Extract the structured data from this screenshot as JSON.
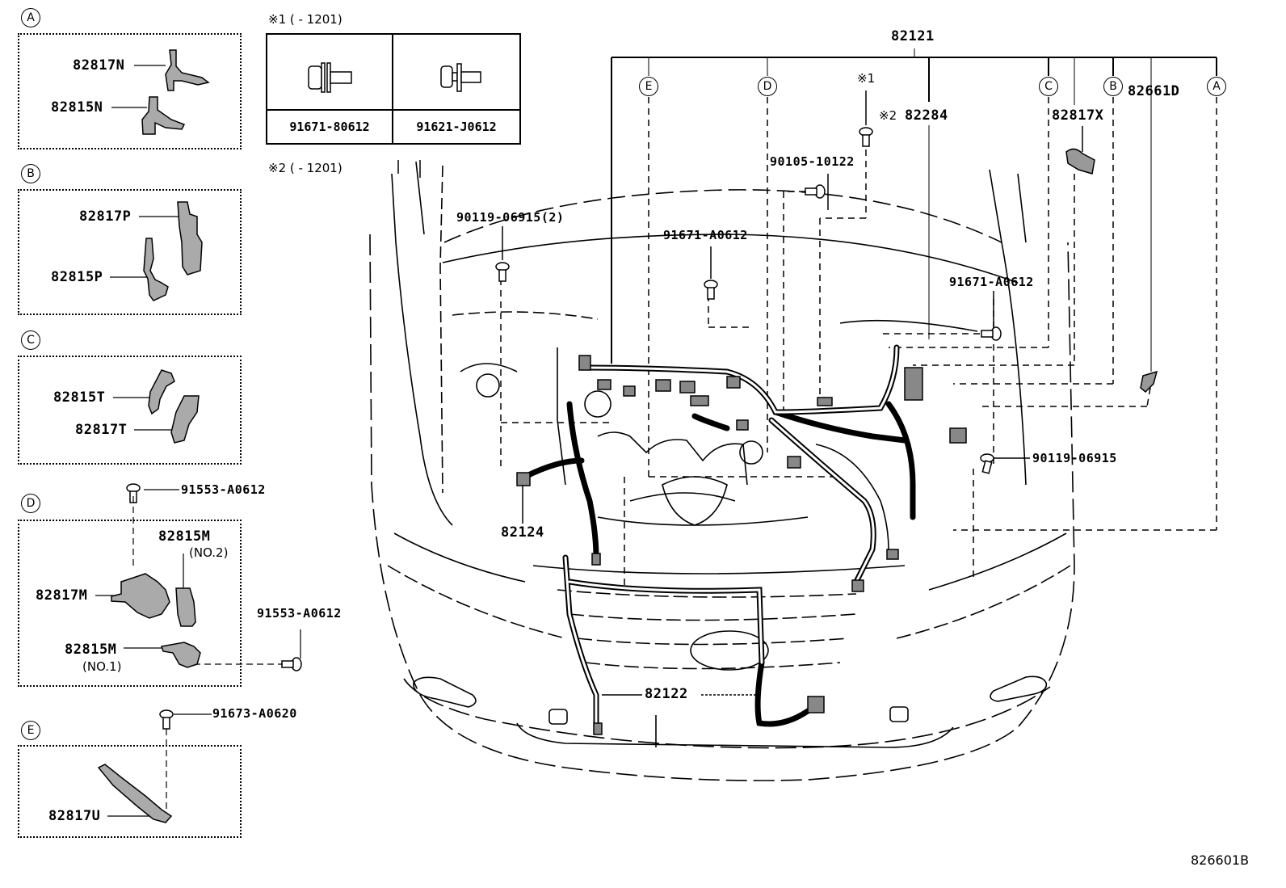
{
  "diagram": {
    "title_part": "82121",
    "figure_code": "826601B",
    "detail_views": [
      {
        "id": "A",
        "parts": [
          {
            "number": "82817N"
          },
          {
            "number": "82815N"
          }
        ]
      },
      {
        "id": "B",
        "parts": [
          {
            "number": "82817P"
          },
          {
            "number": "82815P"
          }
        ]
      },
      {
        "id": "C",
        "parts": [
          {
            "number": "82815T"
          },
          {
            "number": "82817T"
          }
        ]
      },
      {
        "id": "D",
        "parts": [
          {
            "number": "82815M",
            "note": "(NO.2)"
          },
          {
            "number": "82817M"
          },
          {
            "number": "82815M",
            "note": "(NO.1)"
          }
        ],
        "fasteners": [
          "91553-A0612",
          "91553-A0612"
        ]
      },
      {
        "id": "E",
        "parts": [
          {
            "number": "82817U"
          }
        ],
        "fasteners": [
          "91673-A0620"
        ]
      }
    ],
    "bolt_table": {
      "note1": "※1 (      - 1201)",
      "note2": "※2 (      - 1201)",
      "columns": [
        {
          "part": "91671-80612",
          "icon": "flange-bolt-with-washer"
        },
        {
          "part": "91621-J0612",
          "icon": "hex-bolt-with-washer"
        }
      ]
    },
    "main_callouts": [
      "E",
      "D",
      "C",
      "B",
      "A"
    ],
    "main_labels": {
      "note1_marker": "※1",
      "note2_marker": "※2",
      "p82284": "82284",
      "p82817X": "82817X",
      "p82661D": "82661D",
      "p90105": "90105-10122",
      "p90119_2": "90119-06915(2)",
      "p91671_left": "91671-A0612",
      "p91671_right": "91671-A0612",
      "p90119": "90119-06915",
      "p82124": "82124",
      "p82122": "82122"
    }
  }
}
